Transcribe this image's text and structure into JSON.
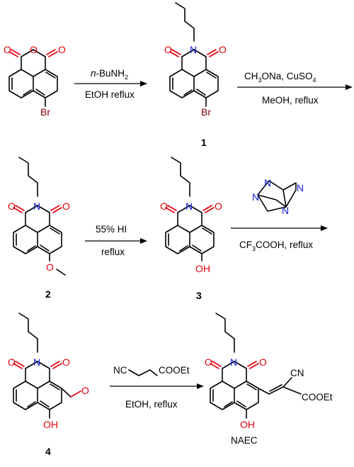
{
  "compounds": [
    {
      "id": "start",
      "label": ""
    },
    {
      "id": "c1",
      "label": "1"
    },
    {
      "id": "c2",
      "label": "2"
    },
    {
      "id": "c3",
      "label": "3"
    },
    {
      "id": "c4",
      "label": "4"
    },
    {
      "id": "naec",
      "label": "NAEC"
    }
  ],
  "atoms": {
    "O": "O",
    "N": "N",
    "Br": "Br",
    "OH": "OH",
    "CN": "CN",
    "NC": "NC",
    "COOEt": "COOEt"
  },
  "steps": [
    {
      "id": "step1",
      "above_prefix": "n",
      "above_rest": "-BuNH",
      "above_sub": "2",
      "below": "EtOH reflux"
    },
    {
      "id": "step2",
      "above_a": "CH",
      "above_a_sub": "3",
      "above_b": "ONa, CuSO",
      "above_b_sub": "4",
      "below": "MeOH, reflux"
    },
    {
      "id": "step3",
      "above": "55% HI",
      "below": "reflux"
    },
    {
      "id": "step4",
      "below_a": "CF",
      "below_a_sub": "3",
      "below_b": "COOH, reflux",
      "reagent_icon": "hexamethylenetetramine"
    },
    {
      "id": "step5",
      "above_left": "NC",
      "above_right": "COOEt",
      "below": "EtOH, reflux"
    }
  ]
}
